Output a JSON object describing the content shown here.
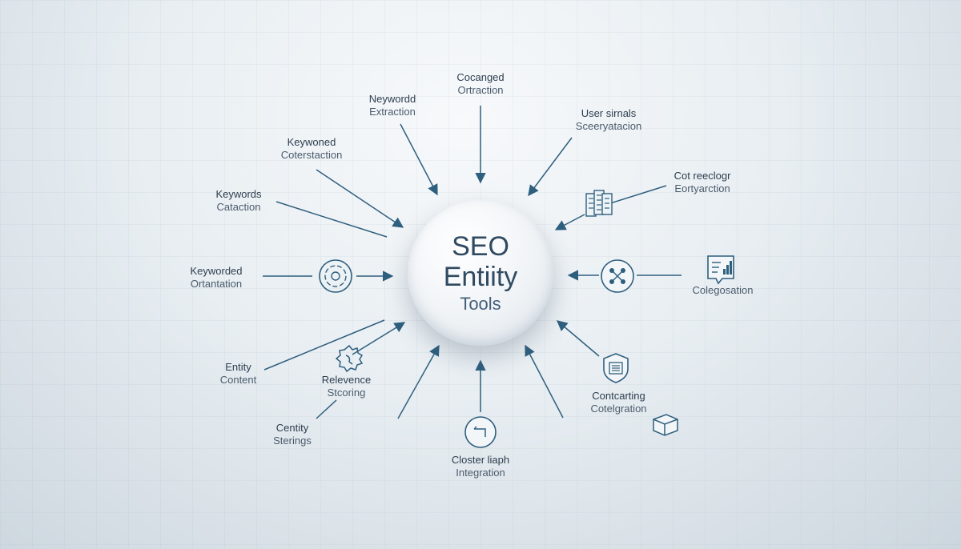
{
  "hub": {
    "line1": "SEO",
    "line2": "Entiity",
    "line3": "Tools"
  },
  "labels": [
    {
      "id": "top-center",
      "line1": "Cocanged",
      "line2": "Ortraction"
    },
    {
      "id": "top-left-1",
      "line1": "Neywordd",
      "line2": "Extraction"
    },
    {
      "id": "top-right-1",
      "line1": "User sirnals",
      "line2": "Sceeryatacion"
    },
    {
      "id": "left-1",
      "line1": "Keywoned",
      "line2": "Coterstaction"
    },
    {
      "id": "right-1",
      "line1": "Cot reeclogr",
      "line2": "Eortyarction"
    },
    {
      "id": "left-2",
      "line1": "Keywords",
      "line2": "Cataction"
    },
    {
      "id": "left-3",
      "line1": "Keyworded",
      "line2": "Ortantation"
    },
    {
      "id": "right-2",
      "line1": "",
      "line2": "Colegosation"
    },
    {
      "id": "left-4",
      "line1": "Entity",
      "line2": "Content"
    },
    {
      "id": "mid-left",
      "line1": "Relevence",
      "line2": "Stcoring"
    },
    {
      "id": "right-3",
      "line1": "Contcarting",
      "line2": "Cotelgration"
    },
    {
      "id": "left-5",
      "line1": "Centity",
      "line2": "Sterings"
    },
    {
      "id": "bottom",
      "line1": "Closter liaph",
      "line2": "Integration"
    }
  ],
  "icons": {
    "left-target": "target-icon",
    "gear": "gear-icon",
    "servers": "server-stack-icon",
    "network": "network-nodes-icon",
    "report": "chart-report-icon",
    "shield": "shield-doc-icon",
    "box": "cube-icon",
    "bottom": "graph-circle-icon"
  },
  "colors": {
    "arrow": "#2f5f7e",
    "text": "#2c3d4e",
    "hub_text": "#304a62"
  }
}
